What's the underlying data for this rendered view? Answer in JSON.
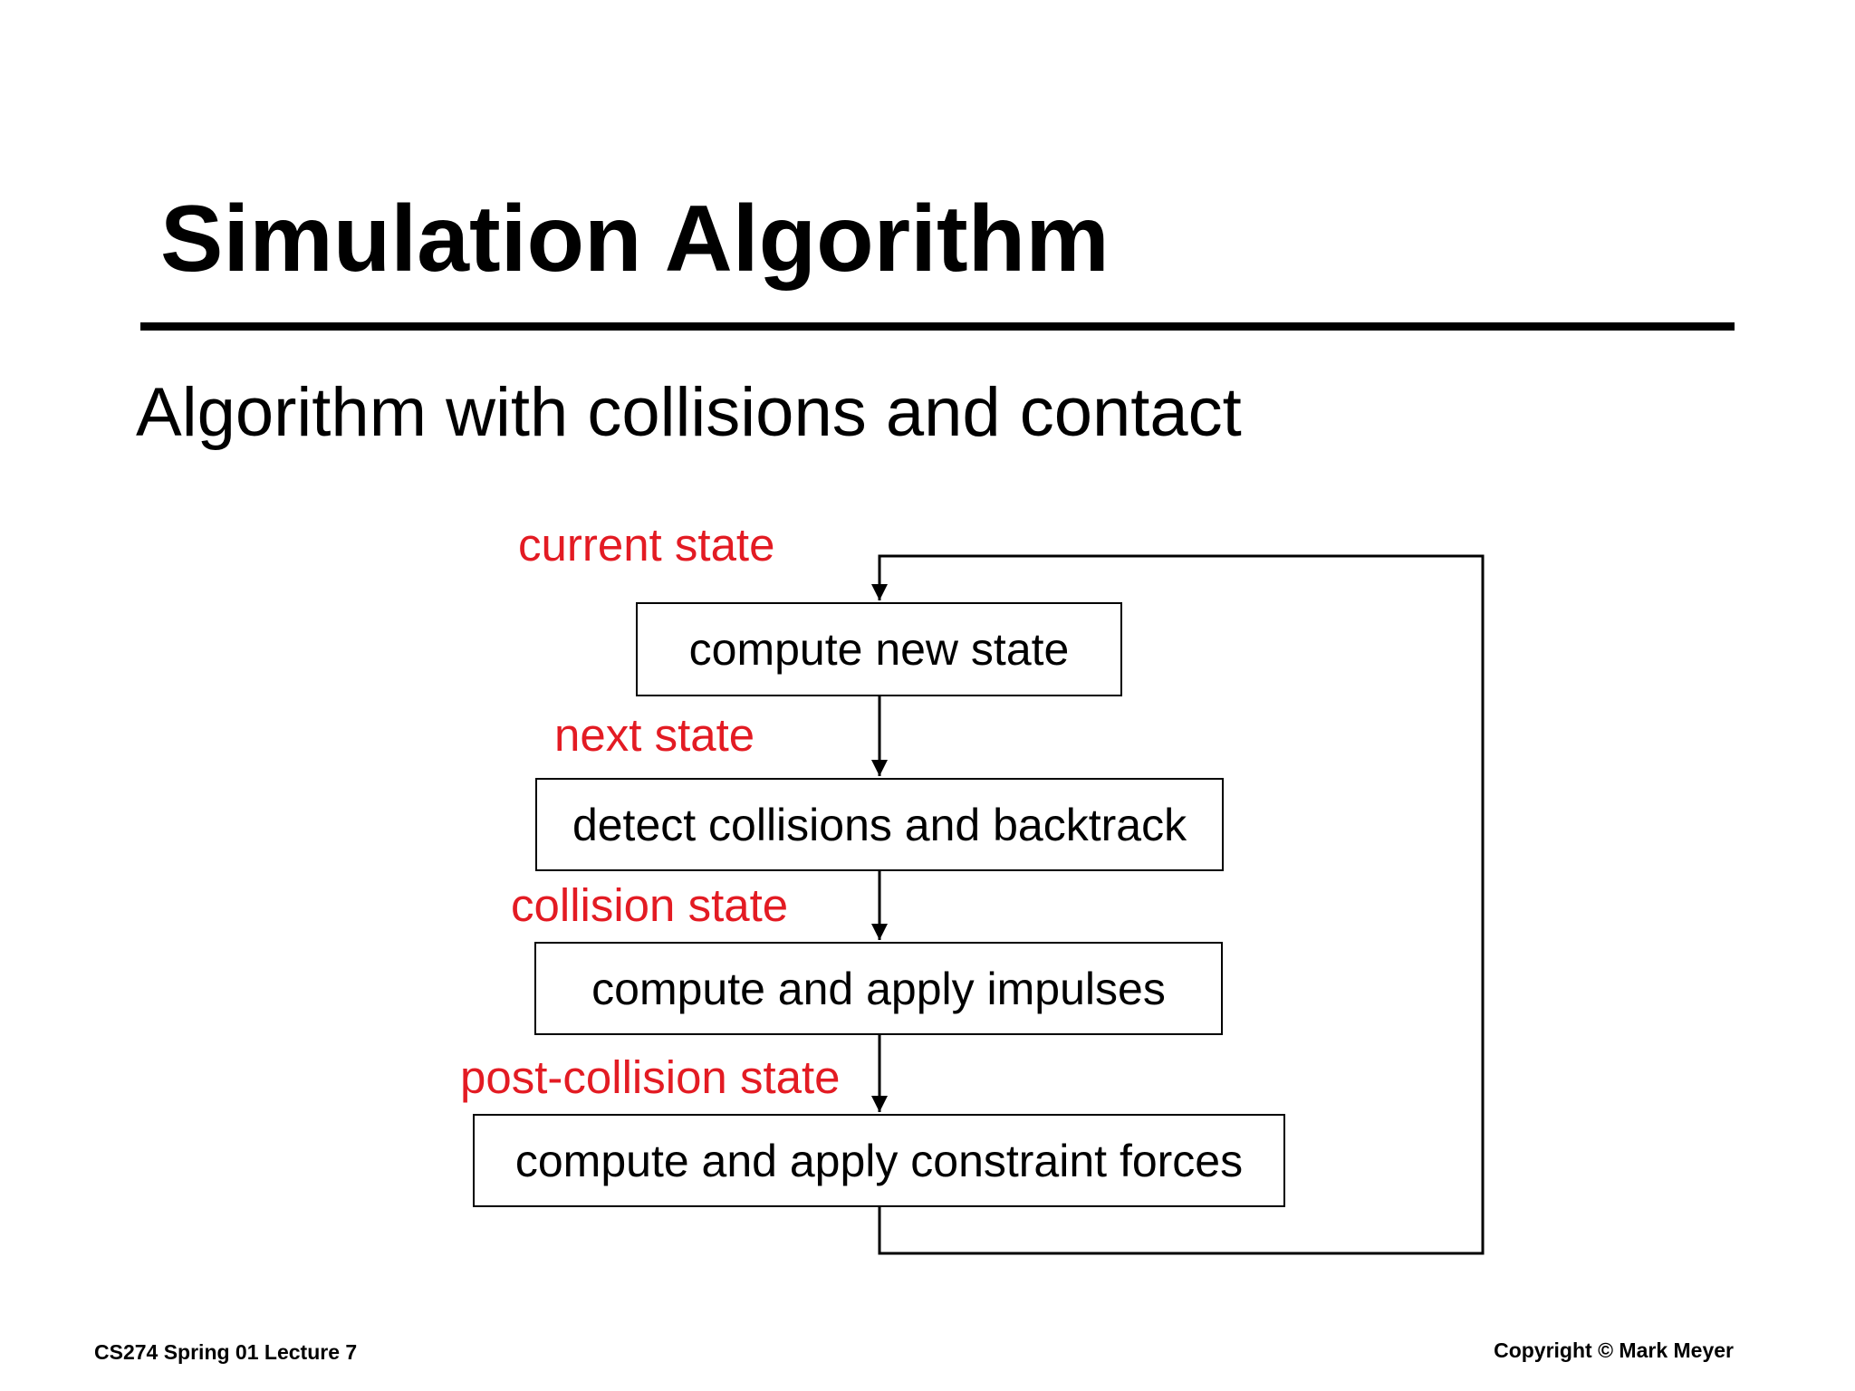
{
  "slide": {
    "title": "Simulation Algorithm",
    "subtitle": "Algorithm with collisions and contact"
  },
  "diagram": {
    "states": {
      "current": "current state",
      "next": "next state",
      "collision": "collision state",
      "post_collision": "post-collision state"
    },
    "steps": {
      "compute_new_state": "compute new state",
      "detect_collisions": "detect collisions and backtrack",
      "apply_impulses": "compute and apply impulses",
      "constraint_forces": "compute and apply constraint forces"
    },
    "accent_color": "#e31b23"
  },
  "footer": {
    "left": "CS274 Spring 01 Lecture 7",
    "right": "Copyright © Mark Meyer"
  }
}
